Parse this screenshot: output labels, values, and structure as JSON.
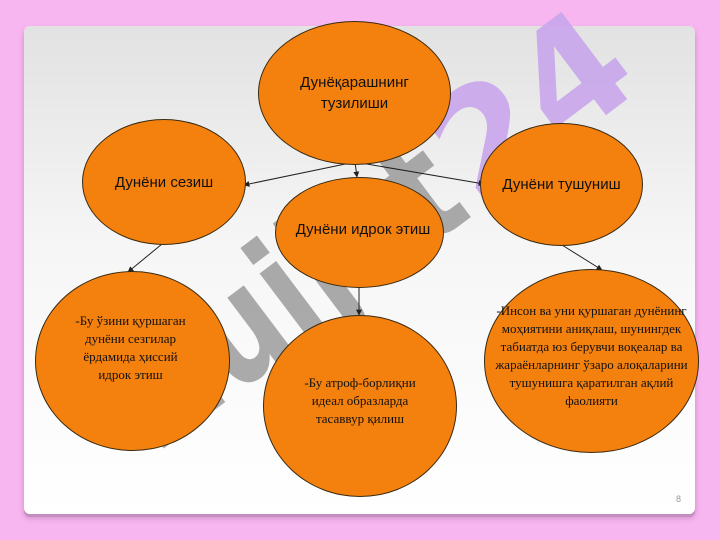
{
  "diagram": {
    "root": "Дунёқарашнинг тузилиши",
    "branches": {
      "left": "Дунёни сезиш",
      "center": "Дунёни идрок этиш",
      "right": "Дунёни тушуниш"
    },
    "details": {
      "left": "-Бу ўзини қуршаган дунёни сезгилар ёрдамида ҳиссий идрок этиш",
      "center": "-Бу атроф-борлиқни идеал образларда тасаввур қилиш",
      "right": "-Инсон ва уни қуршаган дунёнинг моҳиятини аниқлаш, шунингдек табиатда юз берувчи воқеалар ва жараёнларнинг ўзаро алоқаларини тушунишга қаратилган ақлий фаолияти"
    }
  },
  "watermark": {
    "letters": "Hujjat",
    "number": "24"
  },
  "slide": {
    "page_number": "8"
  },
  "colors": {
    "node_fill": "#f4800e",
    "background": "#f7b6f0",
    "watermark_gray": "#8c8c8c",
    "watermark_violet": "#c9a6ec"
  }
}
